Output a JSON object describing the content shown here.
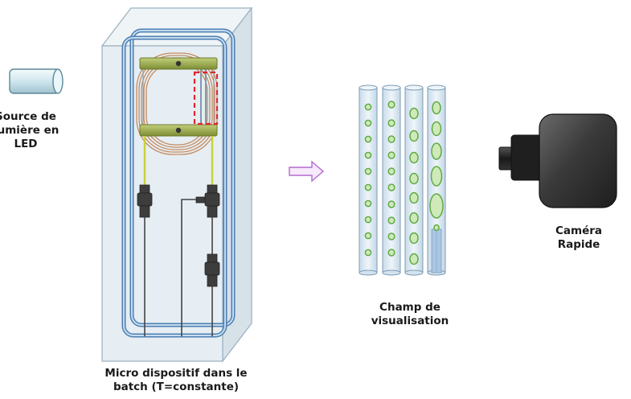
{
  "labels": {
    "source": [
      "Source de",
      "lumière en",
      "LED"
    ],
    "device": [
      "Micro dispositif dans le",
      "batch (T=constante)"
    ],
    "field": [
      "Champ de",
      "visualisation"
    ],
    "camera": [
      "Caméra",
      "Rapide"
    ]
  },
  "colors": {
    "batch_fill": "#e6eef3",
    "batch_stroke": "#9ab0bf",
    "tubing_outer": "#4d7fb3",
    "tubing_inner": "#b9d3ea",
    "coil": "#c58a5e",
    "clamp": "#8a9c3c",
    "selection_box": "#e0262e",
    "arrow": "#b36ad0",
    "droplet_fill": "#cfe9b8",
    "droplet_stroke": "#5fab45",
    "capillary_fill": "#dbe8f3",
    "capillary_stroke": "#7d9cb5",
    "camera_body": "#3a3a3a"
  }
}
